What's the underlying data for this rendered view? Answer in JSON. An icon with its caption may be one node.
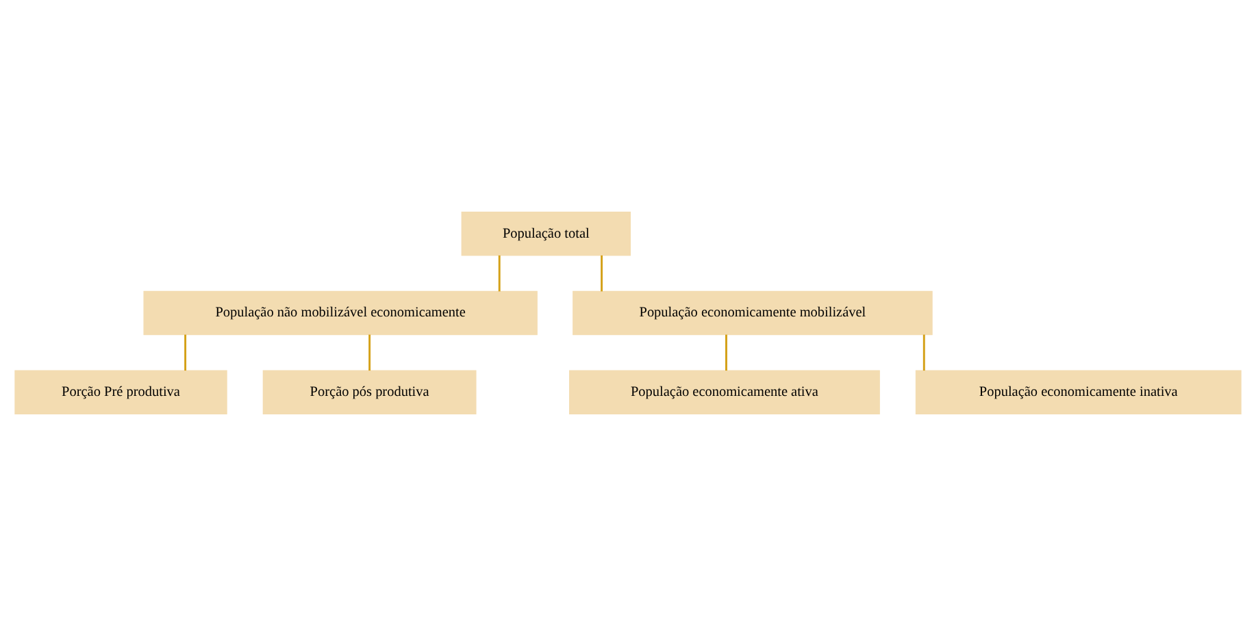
{
  "diagram": {
    "nodes": [
      {
        "text": [
          "População total"
        ]
      },
      {
        "text": [
          "População não mobilizável economicamente"
        ]
      },
      {
        "text": [
          "Porção Pré produtiva"
        ]
      },
      {
        "text": [
          "Porção pós produtiva"
        ]
      },
      {
        "text": [
          "População economicamente mobilizável"
        ]
      },
      {
        "text": [
          "População economicamente ativa"
        ]
      },
      {
        "text": [
          "População economicamente inativa"
        ]
      }
    ],
    "edges": [
      {
        "from": 0,
        "to": 1,
        "arrow": "none"
      },
      {
        "from": 0,
        "to": 4,
        "arrow": "none"
      },
      {
        "from": 1,
        "to": 2,
        "arrow": "none"
      },
      {
        "from": 1,
        "to": 3,
        "arrow": "none"
      },
      {
        "from": 4,
        "to": 5,
        "arrow": "none"
      },
      {
        "from": 4,
        "to": 6,
        "arrow": "none"
      }
    ]
  }
}
